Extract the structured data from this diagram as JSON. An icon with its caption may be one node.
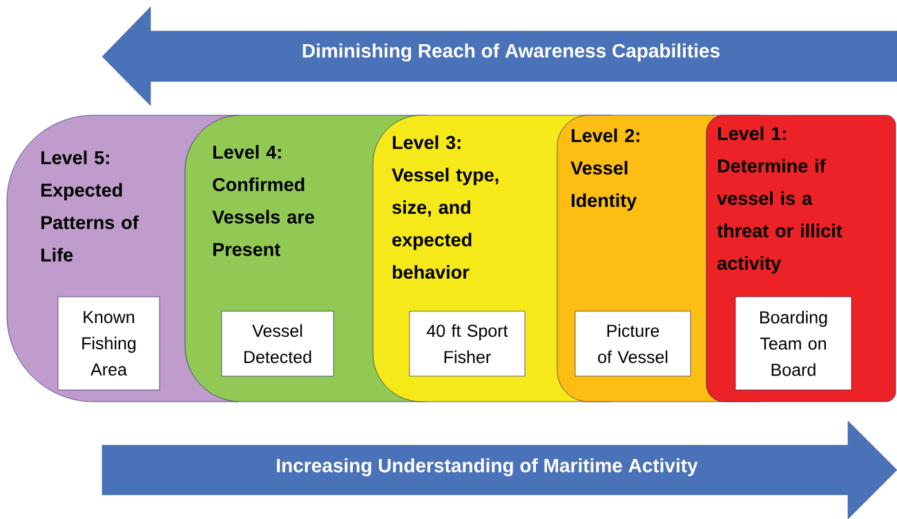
{
  "diagram": {
    "nodes": [
      {
        "text": [
          "Diminishing Reach of Awareness Capabilities"
        ]
      },
      {
        "text": [
          "Level 5: Expected Patterns of Life"
        ]
      },
      {
        "text": [
          "Known Fishing Area"
        ],
        "in": 1
      },
      {
        "text": [
          "Level 4: Confirmed Vessels are Present"
        ]
      },
      {
        "text": [
          "Vessel Detected"
        ],
        "in": 3
      },
      {
        "text": [
          "Level 3: Vessel type, size, and expected behavior"
        ]
      },
      {
        "text": [
          "40 ft Sport Fisher"
        ],
        "in": 5
      },
      {
        "text": [
          "Level 2: Vessel Identity"
        ]
      },
      {
        "text": [
          "Picture of Vessel"
        ],
        "in": 7
      },
      {
        "text": [
          "Level 1: Determine if vessel is a threat or illicit activity"
        ]
      },
      {
        "text": [
          "Boarding Team on Board"
        ],
        "in": 9
      },
      {
        "text": [
          "Increasing Understanding of Maritime Activity"
        ]
      }
    ]
  }
}
